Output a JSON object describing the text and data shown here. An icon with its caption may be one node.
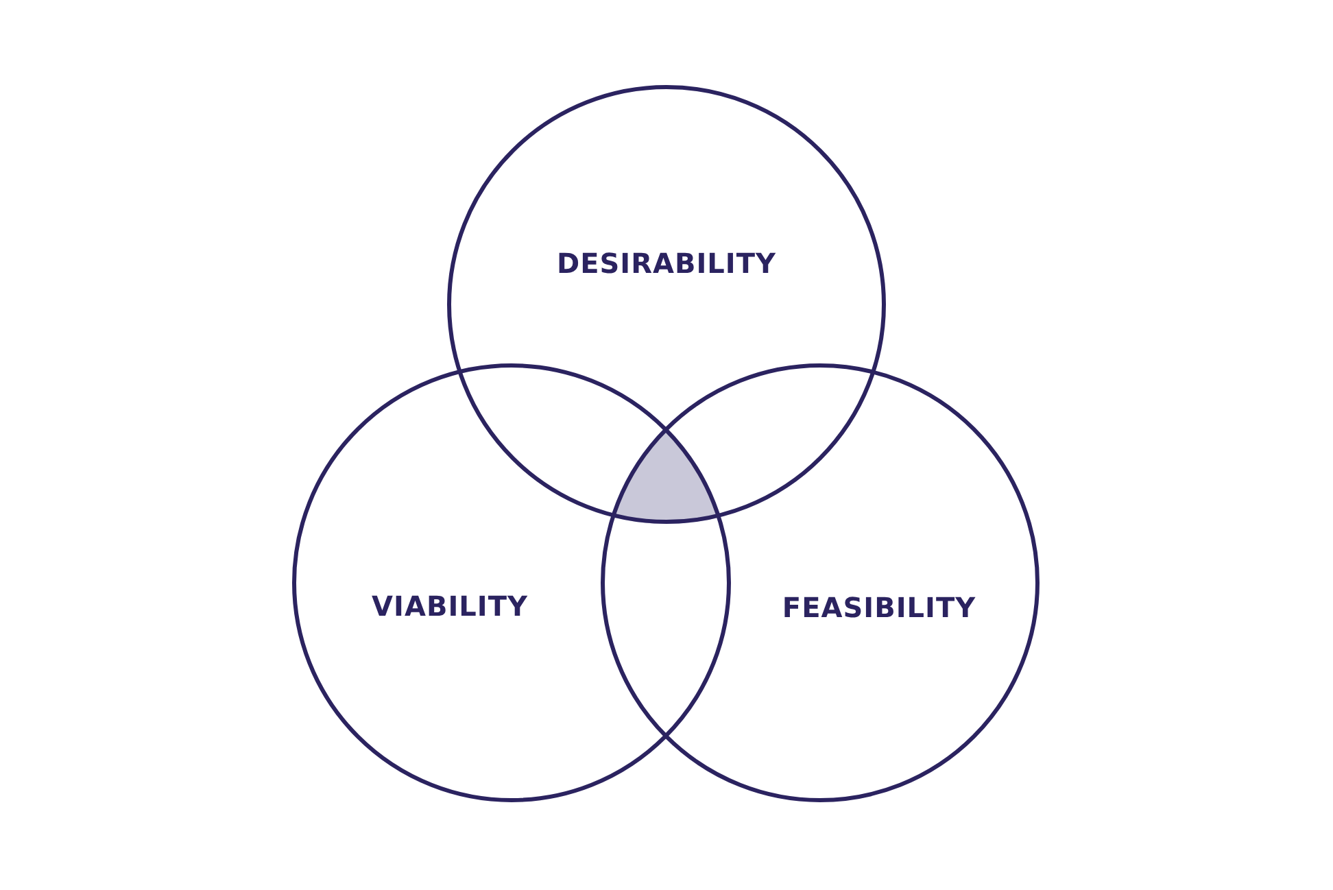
{
  "diagram": {
    "nodes": [
      {
        "text": [
          "DESIRABILITY"
        ]
      },
      {
        "text": [
          "VIABILITY"
        ]
      },
      {
        "text": [
          "FEASIBILITY"
        ]
      },
      {
        "text": [],
        "shape": "triangle"
      }
    ]
  }
}
